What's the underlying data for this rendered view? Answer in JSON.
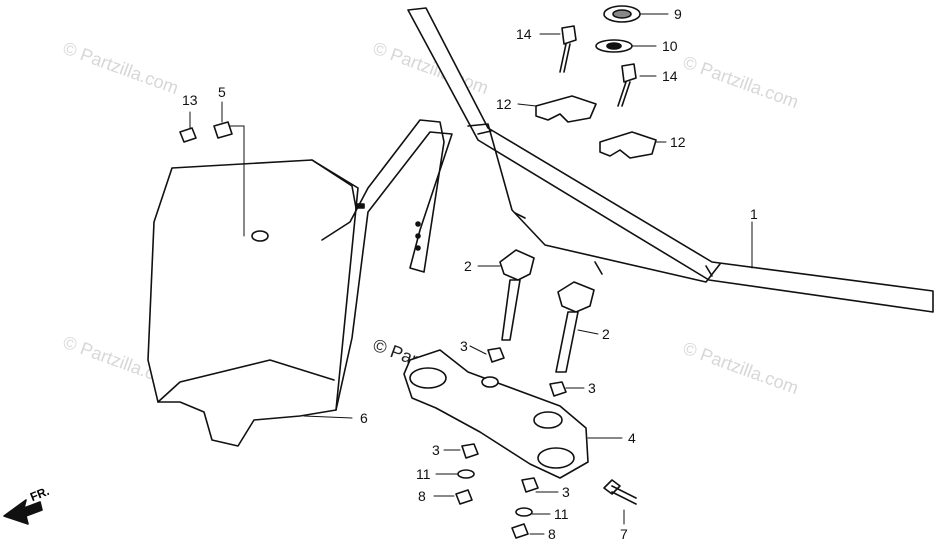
{
  "watermark": "© Partzilla.com",
  "direction_label": "FR.",
  "callouts": {
    "c1": "1",
    "c2a": "2",
    "c2b": "2",
    "c3a": "3",
    "c3b": "3",
    "c3c": "3",
    "c3d": "3",
    "c4": "4",
    "c5": "5",
    "c6": "6",
    "c7": "7",
    "c8a": "8",
    "c8b": "8",
    "c9": "9",
    "c10": "10",
    "c11a": "11",
    "c11b": "11",
    "c12a": "12",
    "c12b": "12",
    "c13": "13",
    "c14a": "14",
    "c14b": "14"
  }
}
